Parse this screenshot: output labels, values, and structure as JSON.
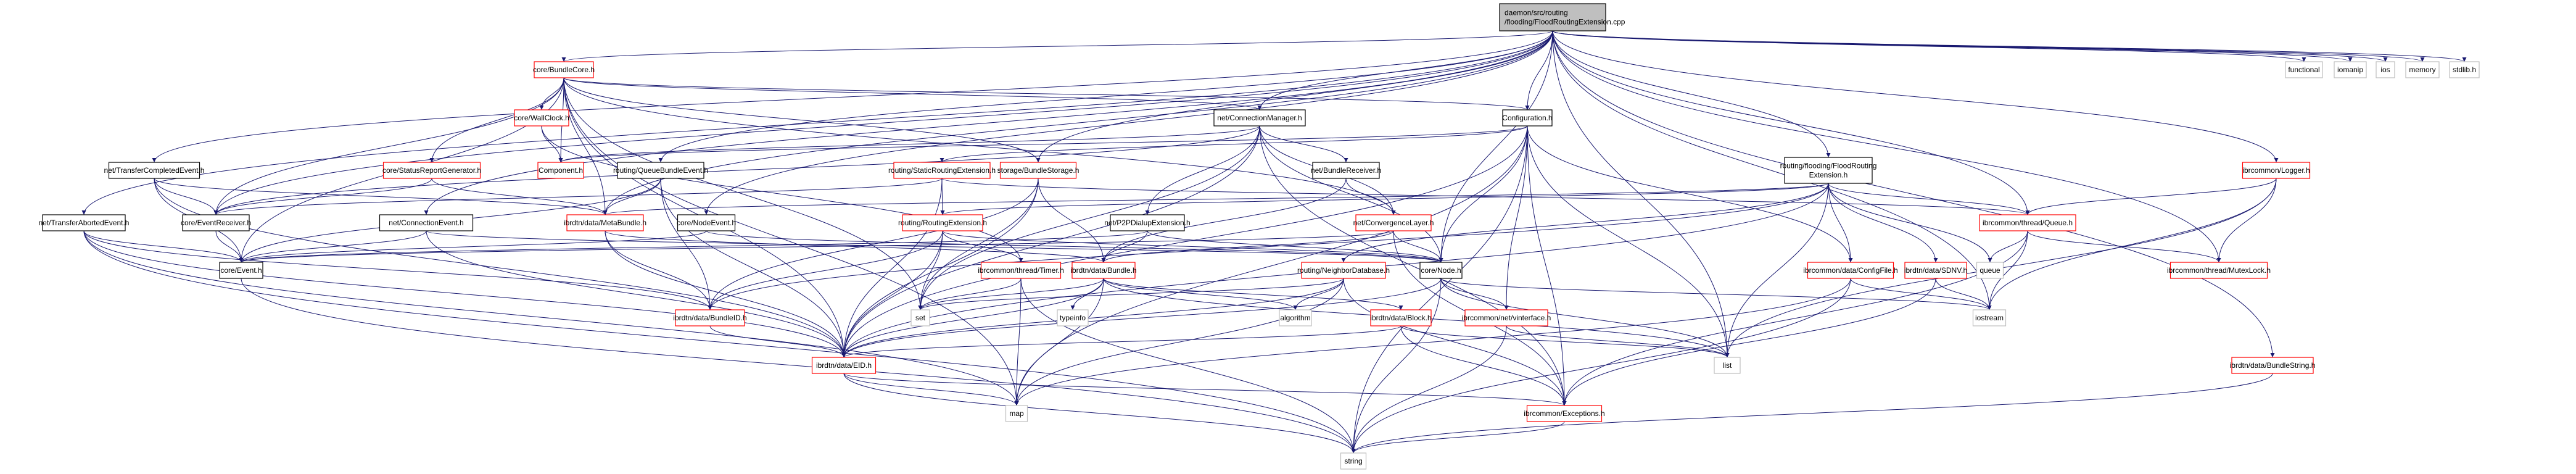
{
  "diagram": {
    "type": "include-dependency-graph",
    "colors": {
      "edge": "#191970",
      "root_fill": "#bfbfbf",
      "root_border": "#000000",
      "documented_border": "#000000",
      "truncated_border": "#ff0000",
      "system_border": "#bfbfbf",
      "node_fill": "#ffffff"
    },
    "root": "n_root",
    "nodes": [
      {
        "id": "n_root",
        "label": [
          "daemon/src/routing",
          "/flooding/FloodRoutingExtension.cpp"
        ],
        "kind": "root"
      },
      {
        "id": "n_bundlecore",
        "label": [
          "core/BundleCore.h"
        ],
        "kind": "truncated"
      },
      {
        "id": "n_functional",
        "label": [
          "functional"
        ],
        "kind": "system"
      },
      {
        "id": "n_iomanip",
        "label": [
          "iomanip"
        ],
        "kind": "system"
      },
      {
        "id": "n_ios",
        "label": [
          "ios"
        ],
        "kind": "system"
      },
      {
        "id": "n_memory",
        "label": [
          "memory"
        ],
        "kind": "system"
      },
      {
        "id": "n_stdlib",
        "label": [
          "stdlib.h"
        ],
        "kind": "system"
      },
      {
        "id": "n_wallclock",
        "label": [
          "core/WallClock.h"
        ],
        "kind": "truncated"
      },
      {
        "id": "n_connmgr",
        "label": [
          "net/ConnectionManager.h"
        ],
        "kind": "documented"
      },
      {
        "id": "n_config",
        "label": [
          "Configuration.h"
        ],
        "kind": "documented"
      },
      {
        "id": "n_transcompl",
        "label": [
          "net/TransferCompletedEvent.h"
        ],
        "kind": "documented"
      },
      {
        "id": "n_statusrep",
        "label": [
          "core/StatusReportGenerator.h"
        ],
        "kind": "truncated"
      },
      {
        "id": "n_component",
        "label": [
          "Component.h"
        ],
        "kind": "truncated"
      },
      {
        "id": "n_queuebundle",
        "label": [
          "routing/QueueBundleEvent.h"
        ],
        "kind": "documented"
      },
      {
        "id": "n_staticrouting",
        "label": [
          "routing/StaticRoutingExtension.h"
        ],
        "kind": "truncated"
      },
      {
        "id": "n_bundlestorage",
        "label": [
          "storage/BundleStorage.h"
        ],
        "kind": "truncated"
      },
      {
        "id": "n_bundlerecv",
        "label": [
          "net/BundleReceiver.h"
        ],
        "kind": "documented"
      },
      {
        "id": "n_floodh",
        "label": [
          "routing/flooding/FloodRouting",
          "Extension.h"
        ],
        "kind": "documented"
      },
      {
        "id": "n_logger",
        "label": [
          "ibrcommon/Logger.h"
        ],
        "kind": "truncated"
      },
      {
        "id": "n_transabort",
        "label": [
          "net/TransferAbortedEvent.h"
        ],
        "kind": "documented"
      },
      {
        "id": "n_eventrecv",
        "label": [
          "core/EventReceiver.h"
        ],
        "kind": "documented"
      },
      {
        "id": "n_connevent",
        "label": [
          "net/ConnectionEvent.h"
        ],
        "kind": "documented"
      },
      {
        "id": "n_metabundle",
        "label": [
          "ibrdtn/data/MetaBundle.h"
        ],
        "kind": "truncated"
      },
      {
        "id": "n_nodeevent",
        "label": [
          "core/NodeEvent.h"
        ],
        "kind": "documented"
      },
      {
        "id": "n_routingext",
        "label": [
          "routing/RoutingExtension.h"
        ],
        "kind": "truncated"
      },
      {
        "id": "n_p2p",
        "label": [
          "net/P2PDialupExtension.h"
        ],
        "kind": "documented"
      },
      {
        "id": "n_convlayer",
        "label": [
          "net/ConvergenceLayer.h"
        ],
        "kind": "truncated"
      },
      {
        "id": "n_queueh",
        "label": [
          "ibrcommon/thread/Queue.h"
        ],
        "kind": "truncated"
      },
      {
        "id": "n_event",
        "label": [
          "core/Event.h"
        ],
        "kind": "documented"
      },
      {
        "id": "n_timer",
        "label": [
          "ibrcommon/thread/Timer.h"
        ],
        "kind": "truncated"
      },
      {
        "id": "n_bundle",
        "label": [
          "ibrdtn/data/Bundle.h"
        ],
        "kind": "truncated"
      },
      {
        "id": "n_neighbordb",
        "label": [
          "routing/NeighborDatabase.h"
        ],
        "kind": "truncated"
      },
      {
        "id": "n_node",
        "label": [
          "core/Node.h"
        ],
        "kind": "documented"
      },
      {
        "id": "n_configfile",
        "label": [
          "ibrcommon/data/ConfigFile.h"
        ],
        "kind": "truncated"
      },
      {
        "id": "n_sdnv",
        "label": [
          "ibrdtn/data/SDNV.h"
        ],
        "kind": "truncated"
      },
      {
        "id": "n_queue",
        "label": [
          "queue"
        ],
        "kind": "system"
      },
      {
        "id": "n_mutexlock",
        "label": [
          "ibrcommon/thread/MutexLock.h"
        ],
        "kind": "truncated"
      },
      {
        "id": "n_bundleid",
        "label": [
          "ibrdtn/data/BundleID.h"
        ],
        "kind": "truncated"
      },
      {
        "id": "n_set",
        "label": [
          "set"
        ],
        "kind": "system"
      },
      {
        "id": "n_typeinfo",
        "label": [
          "typeinfo"
        ],
        "kind": "system"
      },
      {
        "id": "n_algorithm",
        "label": [
          "algorithm"
        ],
        "kind": "system"
      },
      {
        "id": "n_block",
        "label": [
          "ibrdtn/data/Block.h"
        ],
        "kind": "truncated"
      },
      {
        "id": "n_vinterface",
        "label": [
          "ibrcommon/net/vinterface.h"
        ],
        "kind": "truncated"
      },
      {
        "id": "n_iostream",
        "label": [
          "iostream"
        ],
        "kind": "system"
      },
      {
        "id": "n_eid",
        "label": [
          "ibrdtn/data/EID.h"
        ],
        "kind": "truncated"
      },
      {
        "id": "n_list",
        "label": [
          "list"
        ],
        "kind": "system"
      },
      {
        "id": "n_bundlestring",
        "label": [
          "ibrdtn/data/BundleString.h"
        ],
        "kind": "truncated"
      },
      {
        "id": "n_map",
        "label": [
          "map"
        ],
        "kind": "system"
      },
      {
        "id": "n_exceptions",
        "label": [
          "ibrcommon/Exceptions.h"
        ],
        "kind": "truncated"
      },
      {
        "id": "n_string",
        "label": [
          "string"
        ],
        "kind": "system"
      }
    ],
    "edges": [
      [
        "n_root",
        "n_bundlecore"
      ],
      [
        "n_root",
        "n_functional"
      ],
      [
        "n_root",
        "n_iomanip"
      ],
      [
        "n_root",
        "n_ios"
      ],
      [
        "n_root",
        "n_memory"
      ],
      [
        "n_root",
        "n_stdlib"
      ],
      [
        "n_root",
        "n_connmgr"
      ],
      [
        "n_root",
        "n_config"
      ],
      [
        "n_root",
        "n_transcompl"
      ],
      [
        "n_root",
        "n_queuebundle"
      ],
      [
        "n_root",
        "n_floodh"
      ],
      [
        "n_root",
        "n_logger"
      ],
      [
        "n_root",
        "n_transabort"
      ],
      [
        "n_root",
        "n_eventrecv"
      ],
      [
        "n_root",
        "n_connevent"
      ],
      [
        "n_root",
        "n_nodeevent"
      ],
      [
        "n_root",
        "n_node"
      ],
      [
        "n_root",
        "n_list"
      ],
      [
        "n_root",
        "n_queueh"
      ],
      [
        "n_root",
        "n_mutexlock"
      ],
      [
        "n_root",
        "n_iostream"
      ],
      [
        "n_root",
        "n_bundlestring"
      ],
      [
        "n_root",
        "n_metabundle"
      ],
      [
        "n_root",
        "n_bundlestorage"
      ],
      [
        "n_bundlecore",
        "n_wallclock"
      ],
      [
        "n_bundlecore",
        "n_component"
      ],
      [
        "n_bundlecore",
        "n_statusrep"
      ],
      [
        "n_bundlecore",
        "n_connmgr"
      ],
      [
        "n_bundlecore",
        "n_config"
      ],
      [
        "n_bundlecore",
        "n_bundlestorage"
      ],
      [
        "n_bundlecore",
        "n_convlayer"
      ],
      [
        "n_bundlecore",
        "n_eid"
      ],
      [
        "n_bundlecore",
        "n_map"
      ],
      [
        "n_bundlecore",
        "n_set"
      ],
      [
        "n_bundlecore",
        "n_event"
      ],
      [
        "n_bundlecore",
        "n_eventrecv"
      ],
      [
        "n_bundlecore",
        "n_metabundle"
      ],
      [
        "n_wallclock",
        "n_component"
      ],
      [
        "n_wallclock",
        "n_timer"
      ],
      [
        "n_connmgr",
        "n_component"
      ],
      [
        "n_connmgr",
        "n_bundlerecv"
      ],
      [
        "n_connmgr",
        "n_convlayer"
      ],
      [
        "n_connmgr",
        "n_p2p"
      ],
      [
        "n_connmgr",
        "n_node"
      ],
      [
        "n_connmgr",
        "n_eventrecv"
      ],
      [
        "n_connmgr",
        "n_exceptions"
      ],
      [
        "n_connmgr",
        "n_set"
      ],
      [
        "n_connmgr",
        "n_eid"
      ],
      [
        "n_config",
        "n_component"
      ],
      [
        "n_config",
        "n_node"
      ],
      [
        "n_config",
        "n_configfile"
      ],
      [
        "n_config",
        "n_list"
      ],
      [
        "n_config",
        "n_map"
      ],
      [
        "n_config",
        "n_vinterface"
      ],
      [
        "n_config",
        "n_exceptions"
      ],
      [
        "n_config",
        "n_staticrouting"
      ],
      [
        "n_config",
        "n_string"
      ],
      [
        "n_config",
        "n_eid"
      ],
      [
        "n_transcompl",
        "n_event"
      ],
      [
        "n_transcompl",
        "n_eventrecv"
      ],
      [
        "n_transcompl",
        "n_eid"
      ],
      [
        "n_transcompl",
        "n_metabundle"
      ],
      [
        "n_statusrep",
        "n_eventrecv"
      ],
      [
        "n_statusrep",
        "n_metabundle"
      ],
      [
        "n_queuebundle",
        "n_metabundle"
      ],
      [
        "n_queuebundle",
        "n_event"
      ],
      [
        "n_queuebundle",
        "n_eid"
      ],
      [
        "n_queuebundle",
        "n_bundleid"
      ],
      [
        "n_staticrouting",
        "n_routingext"
      ],
      [
        "n_staticrouting",
        "n_eid"
      ],
      [
        "n_staticrouting",
        "n_queueh"
      ],
      [
        "n_staticrouting",
        "n_eventrecv"
      ],
      [
        "n_bundlestorage",
        "n_bundle"
      ],
      [
        "n_bundlestorage",
        "n_bundleid"
      ],
      [
        "n_bundlestorage",
        "n_set"
      ],
      [
        "n_bundlestorage",
        "n_eid"
      ],
      [
        "n_bundlerecv",
        "n_convlayer"
      ],
      [
        "n_bundlerecv",
        "n_bundle"
      ],
      [
        "n_floodh",
        "n_routingext"
      ],
      [
        "n_floodh",
        "n_neighbordb"
      ],
      [
        "n_floodh",
        "n_queueh"
      ],
      [
        "n_floodh",
        "n_sdnv"
      ],
      [
        "n_floodh",
        "n_queue"
      ],
      [
        "n_floodh",
        "n_list"
      ],
      [
        "n_floodh",
        "n_metabundle"
      ],
      [
        "n_floodh",
        "n_bundleid"
      ],
      [
        "n_floodh",
        "n_eid"
      ],
      [
        "n_floodh",
        "n_configfile"
      ],
      [
        "n_logger",
        "n_queueh"
      ],
      [
        "n_logger",
        "n_mutexlock"
      ],
      [
        "n_logger",
        "n_iostream"
      ],
      [
        "n_logger",
        "n_list"
      ],
      [
        "n_transabort",
        "n_event"
      ],
      [
        "n_transabort",
        "n_eid"
      ],
      [
        "n_transabort",
        "n_bundleid"
      ],
      [
        "n_transabort",
        "n_string"
      ],
      [
        "n_transabort",
        "n_map"
      ],
      [
        "n_eventrecv",
        "n_event"
      ],
      [
        "n_connevent",
        "n_event"
      ],
      [
        "n_connevent",
        "n_node"
      ],
      [
        "n_connevent",
        "n_eid"
      ],
      [
        "n_metabundle",
        "n_bundleid"
      ],
      [
        "n_metabundle",
        "n_eid"
      ],
      [
        "n_metabundle",
        "n_bundle"
      ],
      [
        "n_nodeevent",
        "n_event"
      ],
      [
        "n_nodeevent",
        "n_node"
      ],
      [
        "n_routingext",
        "n_bundleid"
      ],
      [
        "n_routingext",
        "n_eid"
      ],
      [
        "n_routingext",
        "n_node"
      ],
      [
        "n_routingext",
        "n_timer"
      ],
      [
        "n_routingext",
        "n_set"
      ],
      [
        "n_p2p",
        "n_event"
      ],
      [
        "n_p2p",
        "n_node"
      ],
      [
        "n_p2p",
        "n_bundle"
      ],
      [
        "n_convlayer",
        "n_node"
      ],
      [
        "n_convlayer",
        "n_bundle"
      ],
      [
        "n_convlayer",
        "n_exceptions"
      ],
      [
        "n_convlayer",
        "n_event"
      ],
      [
        "n_queueh",
        "n_queue"
      ],
      [
        "n_queueh",
        "n_iostream"
      ],
      [
        "n_queueh",
        "n_mutexlock"
      ],
      [
        "n_queueh",
        "n_exceptions"
      ],
      [
        "n_event",
        "n_string"
      ],
      [
        "n_timer",
        "n_set"
      ],
      [
        "n_timer",
        "n_map"
      ],
      [
        "n_timer",
        "n_string"
      ],
      [
        "n_bundle",
        "n_typeinfo"
      ],
      [
        "n_bundle",
        "n_set"
      ],
      [
        "n_bundle",
        "n_algorithm"
      ],
      [
        "n_bundle",
        "n_map"
      ],
      [
        "n_bundle",
        "n_eid"
      ],
      [
        "n_bundle",
        "n_list"
      ],
      [
        "n_bundle",
        "n_block"
      ],
      [
        "n_neighbordb",
        "n_algorithm"
      ],
      [
        "n_neighbordb",
        "n_map"
      ],
      [
        "n_neighbordb",
        "n_set"
      ],
      [
        "n_neighbordb",
        "n_eid"
      ],
      [
        "n_neighbordb",
        "n_exceptions"
      ],
      [
        "n_node",
        "n_string"
      ],
      [
        "n_node",
        "n_list"
      ],
      [
        "n_node",
        "n_iostream"
      ],
      [
        "n_node",
        "n_vinterface"
      ],
      [
        "n_node",
        "n_eid"
      ],
      [
        "n_configfile",
        "n_iostream"
      ],
      [
        "n_configfile",
        "n_string"
      ],
      [
        "n_configfile",
        "n_map"
      ],
      [
        "n_sdnv",
        "n_iostream"
      ],
      [
        "n_sdnv",
        "n_exceptions"
      ],
      [
        "n_bundleid",
        "n_eid"
      ],
      [
        "n_block",
        "n_eid"
      ],
      [
        "n_block",
        "n_list"
      ],
      [
        "n_block",
        "n_exceptions"
      ],
      [
        "n_vinterface",
        "n_list"
      ],
      [
        "n_vinterface",
        "n_string"
      ],
      [
        "n_eid",
        "n_map"
      ],
      [
        "n_eid",
        "n_string"
      ],
      [
        "n_eid",
        "n_exceptions"
      ],
      [
        "n_bundlestring",
        "n_string"
      ],
      [
        "n_exceptions",
        "n_string"
      ]
    ]
  }
}
